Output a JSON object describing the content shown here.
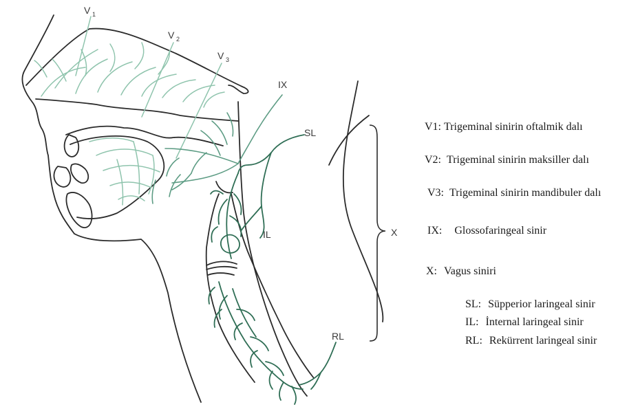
{
  "figure_labels": {
    "v1": "V",
    "v1_sub": "1",
    "v2": "V",
    "v2_sub": "2",
    "v3": "V",
    "v3_sub": "3",
    "ix": "IX",
    "sl": "SL",
    "il": "IL",
    "rl": "RL",
    "x": "X"
  },
  "legend": [
    {
      "key": "V1:",
      "desc": "Trigeminal sinirin oftalmik dalı"
    },
    {
      "key": "V2:",
      "desc": "Trigeminal sinirin maksiller dalı"
    },
    {
      "key": "V3:",
      "desc": "Trigeminal sinirin mandibuler dalı"
    },
    {
      "key": "IX:",
      "desc": "Glossofaringeal sinir"
    },
    {
      "key": "X:",
      "desc": "Vagus siniri"
    },
    {
      "key": "SL:",
      "desc": "Süpperior laringeal sinir"
    },
    {
      "key": "IL:",
      "desc": "İnternal laringeal sinir"
    },
    {
      "key": "RL:",
      "desc": "Rekürrent laringeal sinir"
    }
  ],
  "colors": {
    "outline": "#2b2b2b",
    "nerve_light": "#8fc4ad",
    "nerve_mid": "#5d9c84",
    "nerve_dark": "#2f6e55"
  }
}
